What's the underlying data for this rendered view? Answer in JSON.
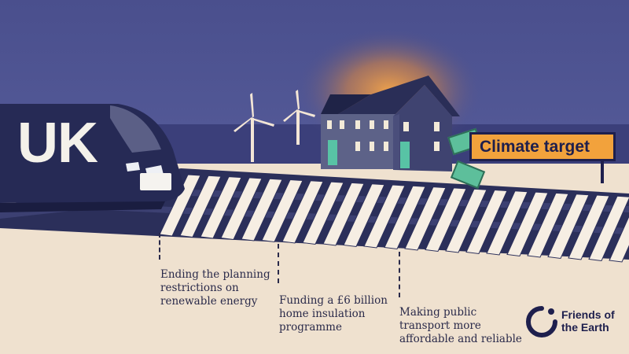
{
  "train": {
    "label": "UK"
  },
  "sign": {
    "label": "Climate target"
  },
  "captions": [
    {
      "lines": [
        "Ending the planning",
        "restrictions on",
        "renewable energy"
      ]
    },
    {
      "lines": [
        "Funding a £6 billion",
        "home insulation",
        "programme"
      ]
    },
    {
      "lines": [
        "Making public",
        "transport more",
        "affordable and reliable"
      ]
    }
  ],
  "logo": {
    "lines": [
      "Friends of",
      "the Earth"
    ]
  },
  "colors": {
    "sky": "#4b4f8e",
    "ground": "#efe1cf",
    "train": "#262a55",
    "sign": "#f2a23c",
    "glow": "#f3a44a",
    "money": "#5dbf9b",
    "brand": "#1e1f4d"
  }
}
